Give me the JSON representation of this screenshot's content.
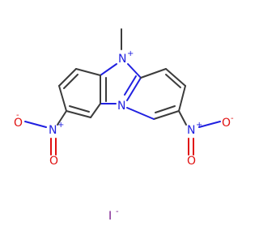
{
  "molecule": {
    "atoms": {
      "n_methyl_label": "N",
      "n_methyl_charge": "+",
      "n_bridge_label": "N",
      "nitro_left_n": "N",
      "nitro_left_n_charge": "+",
      "nitro_left_o_upper": "O",
      "nitro_left_o_upper_charge": "-",
      "nitro_left_o_lower": "O",
      "nitro_right_n": "N",
      "nitro_right_n_charge": "+",
      "nitro_right_o_upper": "O",
      "nitro_right_o_upper_charge": "-",
      "nitro_right_o_lower": "O"
    },
    "counterion": {
      "label": "I",
      "charge": "-"
    }
  },
  "colors": {
    "carbon_bond": "#3c3c3c",
    "nitrogen": "#2020e0",
    "oxygen": "#e01010",
    "iodine": "#7a1a8c"
  }
}
